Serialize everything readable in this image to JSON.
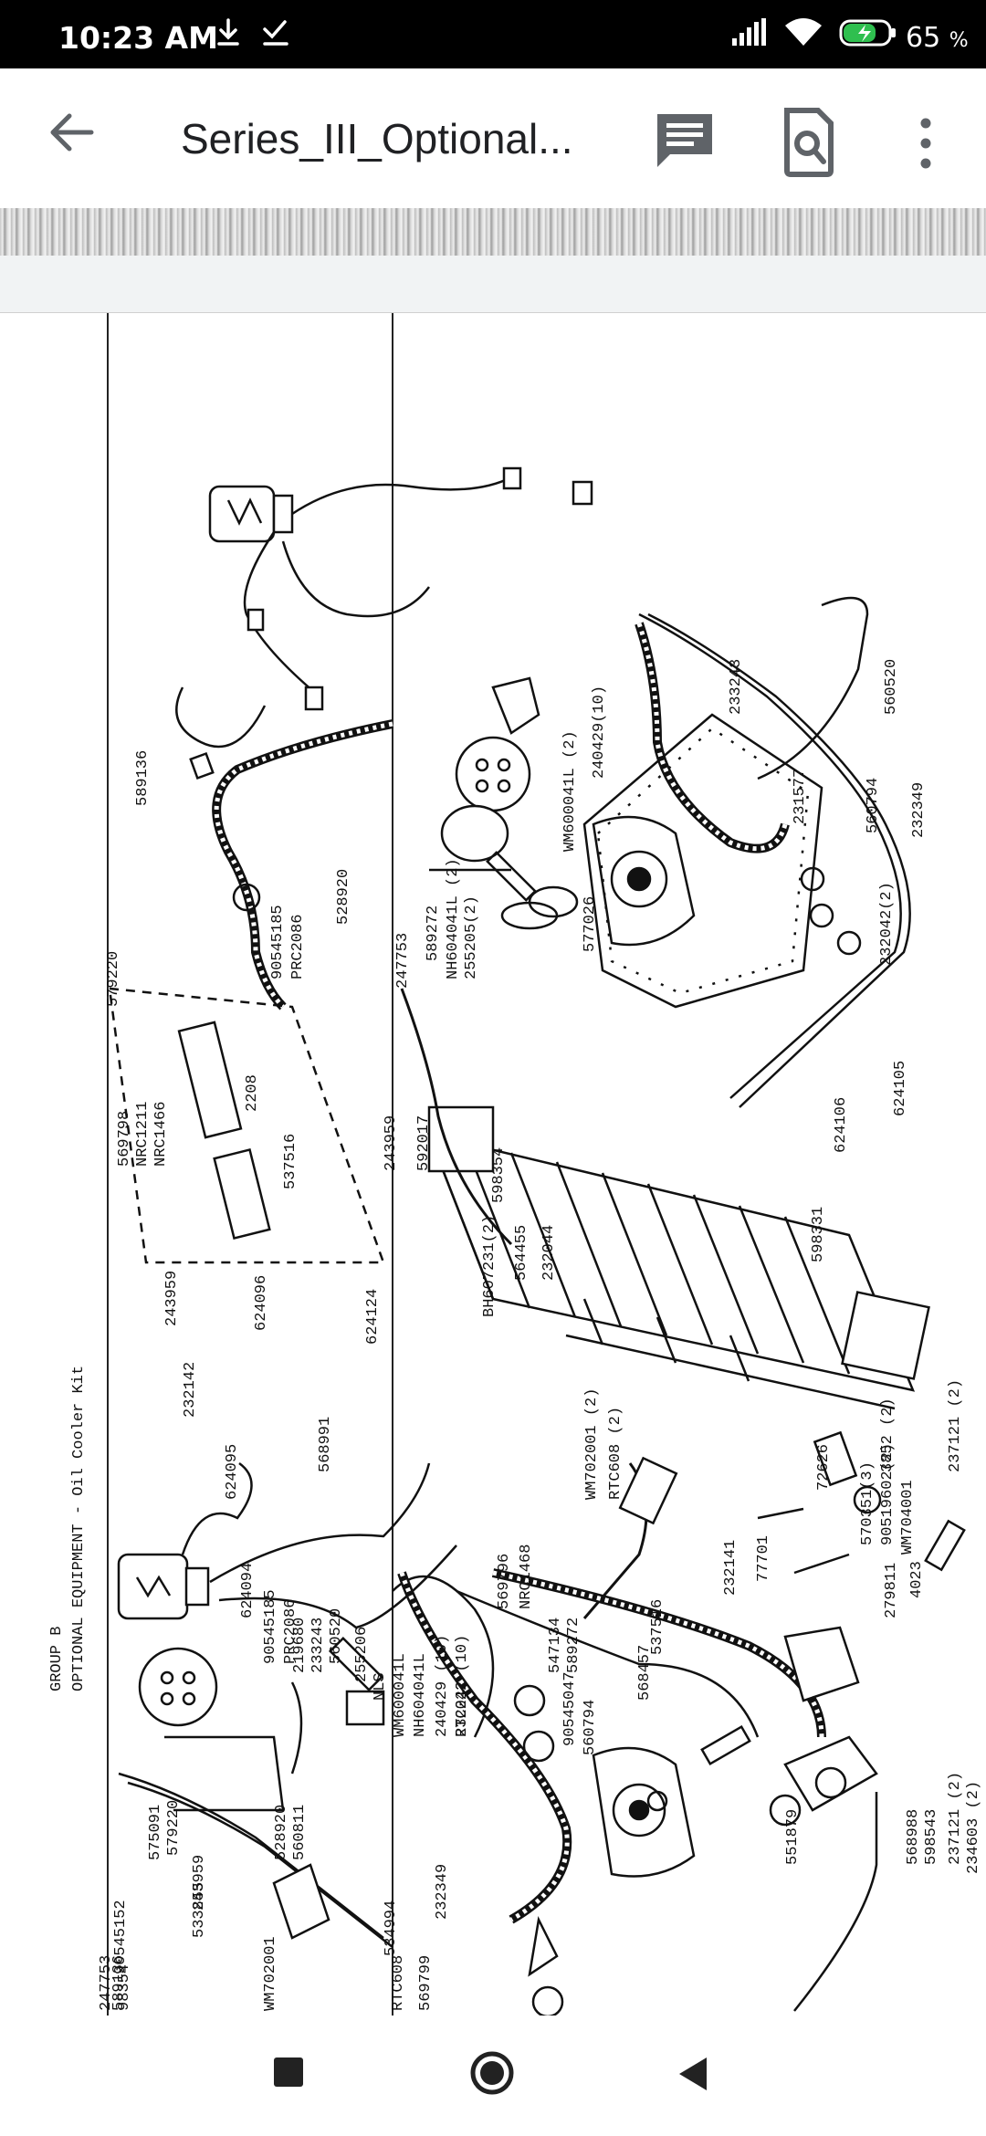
{
  "status_bar": {
    "time": "10:23 AM",
    "battery_percent": "65",
    "battery_unit": "%",
    "icons": [
      "download-icon",
      "check-icon",
      "signal-icon",
      "wifi-icon",
      "battery-charging-icon"
    ]
  },
  "app_bar": {
    "title": "Series_III_Optional...",
    "icons": [
      "back-arrow-icon",
      "comment-icon",
      "find-in-page-icon",
      "more-vert-icon"
    ]
  },
  "document": {
    "group": "GROUP B",
    "section_title": "OPTIONAL EQUIPMENT - Oil Cooler Kit",
    "upper_labels": [
      "589136",
      "579220",
      "528920",
      "90545185",
      "PRC2086",
      "589272",
      "NH604041L (2)",
      "255205(2)",
      "247753",
      "240429(10)",
      "WM600041L (2)",
      "577026",
      "233243",
      "560520",
      "231577",
      "560794",
      "232349",
      "232042(2)",
      "624105",
      "624106",
      "598331",
      "569798",
      "NRC1211",
      "NRC1466",
      "2208",
      "537516",
      "243959",
      "592017",
      "598354",
      "BH607231(2)",
      "564455",
      "232044",
      "624124",
      "243959",
      "232142",
      "624096",
      "624095",
      "568991",
      "624094",
      "569796",
      "NRC1468",
      "232141",
      "72626",
      "77701",
      "570351(3)",
      "90519602(2)",
      "WM704001",
      "4023"
    ],
    "lower_labels": [
      "575091",
      "579220",
      "528920",
      "560811",
      "589136",
      "90545152",
      "219680",
      "233243",
      "560520",
      "547134",
      "589272",
      "537516",
      "90545185",
      "PRC2086",
      "255206",
      "NLS",
      "WM600041L",
      "NH604041L",
      "240429 (10)",
      "RTC222 (10)",
      "232042",
      "90545047",
      "560794",
      "568457",
      "WM702001 (2)",
      "RTC608 (2)",
      "3852 (2)",
      "237121 (2)",
      "279811",
      "551879",
      "568988",
      "598543",
      "234603 (2)",
      "237121 (2)",
      "232349",
      "534994",
      "RTC608",
      "569799",
      "243959",
      "533855",
      "247753",
      "98354",
      "WM702001"
    ]
  },
  "nav_bar": {
    "icons": [
      "recents-square-icon",
      "home-circle-icon",
      "back-triangle-icon"
    ]
  }
}
